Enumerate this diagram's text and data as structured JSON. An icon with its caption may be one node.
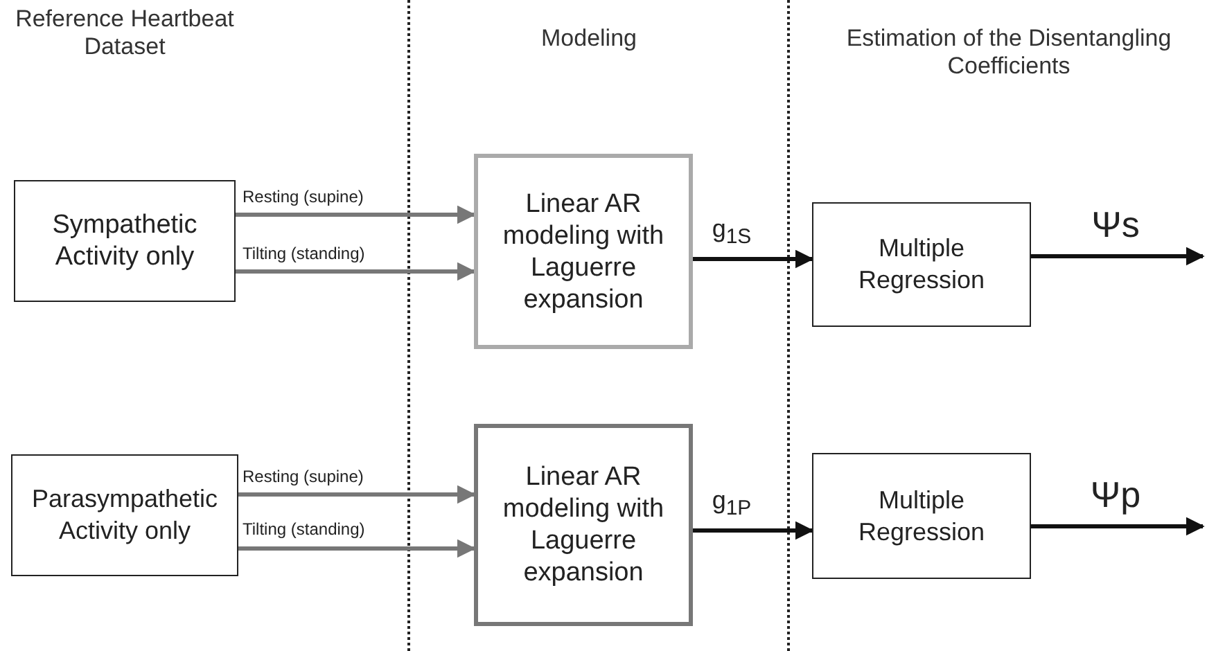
{
  "diagram": {
    "nodes": [
      {
        "text": [
          "Sympathetic Activity only"
        ]
      },
      {
        "text": [
          "Linear AR modeling with Laguerre expansion"
        ]
      },
      {
        "text": [
          "Multiple Regression"
        ]
      },
      {
        "text": [
          "Parasympathetic Activity only"
        ]
      },
      {
        "text": [
          "Linear AR modeling with Laguerre expansion"
        ]
      },
      {
        "text": [
          "Multiple Regression"
        ]
      }
    ],
    "edges": [
      {
        "from": 0,
        "to": 1,
        "arrow": "to",
        "label": "Resting (supine)",
        "color": "#777777"
      },
      {
        "from": 0,
        "to": 1,
        "arrow": "to",
        "label": "Tilting (standing)",
        "color": "#777777"
      },
      {
        "from": 1,
        "to": 2,
        "arrow": "to",
        "label": "g$_{1S}$",
        "color": "#111111"
      },
      {
        "from": 2,
        "to": null,
        "arrow": "to",
        "label": "Ψs",
        "color": "#111111"
      },
      {
        "from": 3,
        "to": 4,
        "arrow": "to",
        "label": "Resting (supine)",
        "color": "#777777"
      },
      {
        "from": 3,
        "to": 4,
        "arrow": "to",
        "label": "Tilting (standing)",
        "color": "#777777"
      },
      {
        "from": 4,
        "to": 5,
        "arrow": "to",
        "label": "g$_{1P}$",
        "color": "#111111"
      },
      {
        "from": 5,
        "to": null,
        "arrow": "to",
        "label": "Ψp",
        "color": "#111111"
      }
    ],
    "labels": [
      "Reference Heartbeat Dataset",
      "Modeling",
      "Estimation of the Disentangling Coefficients"
    ]
  }
}
